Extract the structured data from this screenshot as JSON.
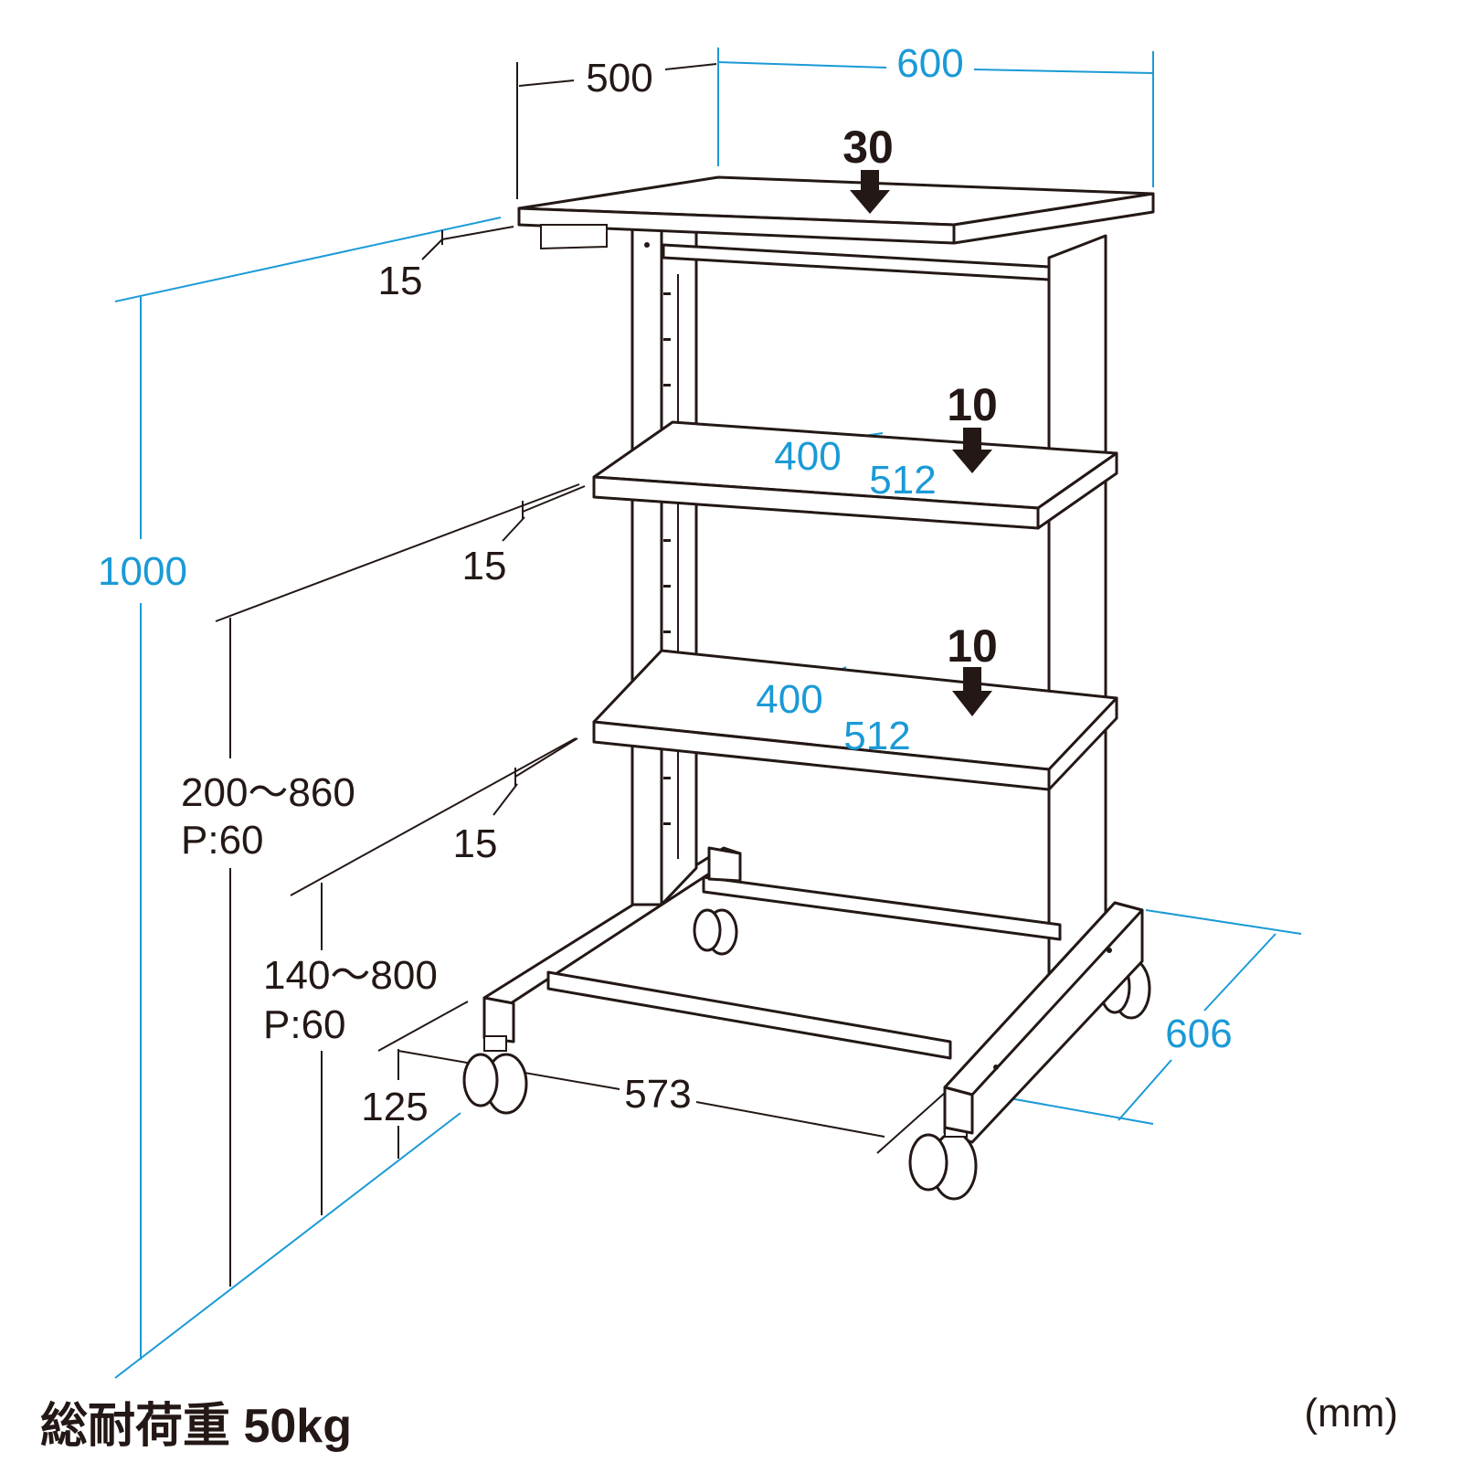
{
  "dimensions": {
    "top_depth": "500",
    "top_width": "600",
    "top_thickness": "15",
    "shelf1_thickness": "15",
    "shelf2_thickness": "15",
    "total_height": "1000",
    "shelf1_height_range": "200～860",
    "shelf1_pitch": "P:60",
    "shelf2_height_range": "140～800",
    "shelf2_pitch": "P:60",
    "base_clearance": "125",
    "base_width": "573",
    "base_depth": "606",
    "shelf1_depth": "400",
    "shelf1_width": "512",
    "shelf2_depth": "400",
    "shelf2_width": "512"
  },
  "loads": {
    "top": "30",
    "shelf1": "10",
    "shelf2": "10"
  },
  "caption": {
    "total_load": "総耐荷重 50kg",
    "unit": "(mm)"
  },
  "colors": {
    "dimension_blue": "#1a9ad6",
    "line_black": "#231815"
  }
}
